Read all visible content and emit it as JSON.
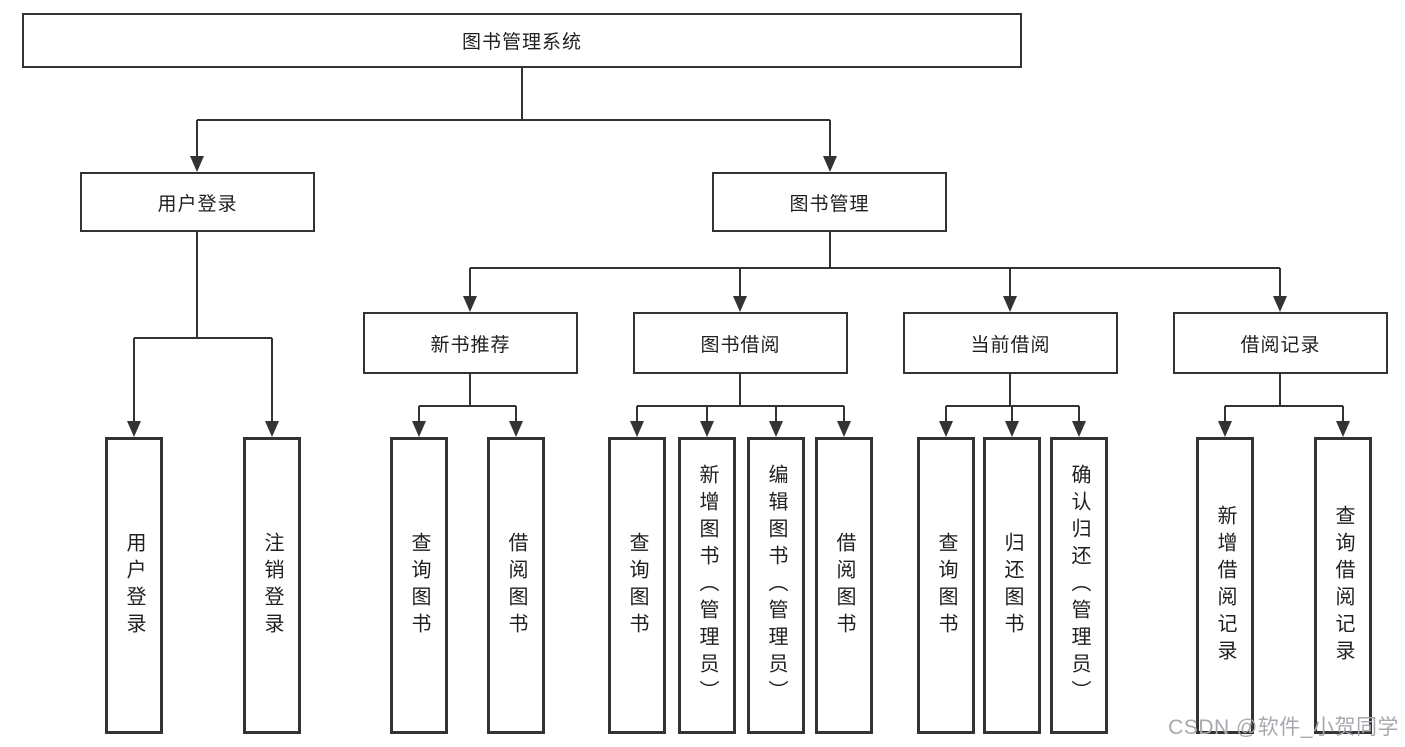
{
  "diagram": {
    "root": {
      "label": "图书管理系统"
    },
    "level2": [
      {
        "label": "用户登录"
      },
      {
        "label": "图书管理"
      }
    ],
    "level3": [
      {
        "label": "新书推荐"
      },
      {
        "label": "图书借阅"
      },
      {
        "label": "当前借阅"
      },
      {
        "label": "借阅记录"
      }
    ],
    "leaves": {
      "user_login": [
        {
          "label": "用户登录"
        },
        {
          "label": "注销登录"
        }
      ],
      "new_book": [
        {
          "label": "查询图书"
        },
        {
          "label": "借阅图书"
        }
      ],
      "book_borrow": [
        {
          "label": "查询图书"
        },
        {
          "label": "新增图书（管理员）"
        },
        {
          "label": "编辑图书（管理员）"
        },
        {
          "label": "借阅图书"
        }
      ],
      "current_borrow": [
        {
          "label": "查询图书"
        },
        {
          "label": "归还图书"
        },
        {
          "label": "确认归还（管理员）"
        }
      ],
      "borrow_records": [
        {
          "label": "新增借阅记录"
        },
        {
          "label": "查询借阅记录"
        }
      ]
    },
    "watermark": "CSDN @软件_小贺同学",
    "colors": {
      "line": "#333333",
      "box_border": "#333333",
      "text": "#1f1f1f",
      "background": "#ffffff",
      "watermark": "#a8a8ae"
    }
  }
}
